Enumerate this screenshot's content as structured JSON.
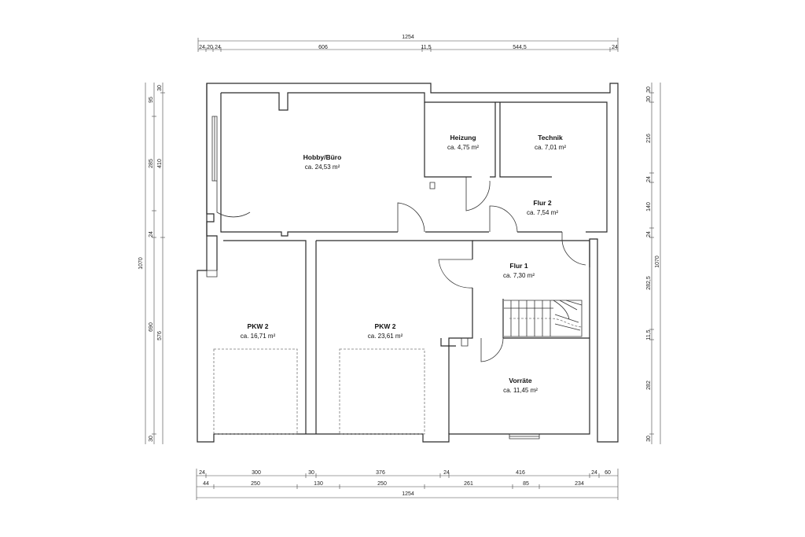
{
  "rooms": [
    {
      "name": "Hobby/Büro",
      "area": "ca. 24,53 m²"
    },
    {
      "name": "Heizung",
      "area": "ca. 4,75 m²"
    },
    {
      "name": "Technik",
      "area": "ca. 7,01 m²"
    },
    {
      "name": "Flur 2",
      "area": "ca. 7,54 m²"
    },
    {
      "name": "Flur 1",
      "area": "ca. 7,30 m²"
    },
    {
      "name": "PKW 2",
      "area": "ca. 16,71 m²"
    },
    {
      "name": "PKW 2",
      "area": "ca. 23,61 m²"
    },
    {
      "name": "Vorräte",
      "area": "ca. 11,45 m²"
    }
  ],
  "dims": {
    "top_total": "1254",
    "top": [
      "24",
      "20",
      "24",
      "606",
      "11,5",
      "544,5",
      "24"
    ],
    "left_outer": [
      "95",
      "285",
      "24",
      "690",
      "30"
    ],
    "left_inner": [
      "30",
      "410",
      "576"
    ],
    "left_total": "1070",
    "right_inner": [
      "30",
      "30",
      "216",
      "24",
      "140",
      "24",
      "282,5",
      "11,5",
      "282",
      "30"
    ],
    "right_total": "1070",
    "bottom1": [
      "24",
      "300",
      "30",
      "376",
      "24",
      "416",
      "24",
      "60"
    ],
    "bottom2": [
      "44",
      "250",
      "130",
      "250",
      "261",
      "85",
      "234"
    ],
    "bottom_total": "1254"
  }
}
